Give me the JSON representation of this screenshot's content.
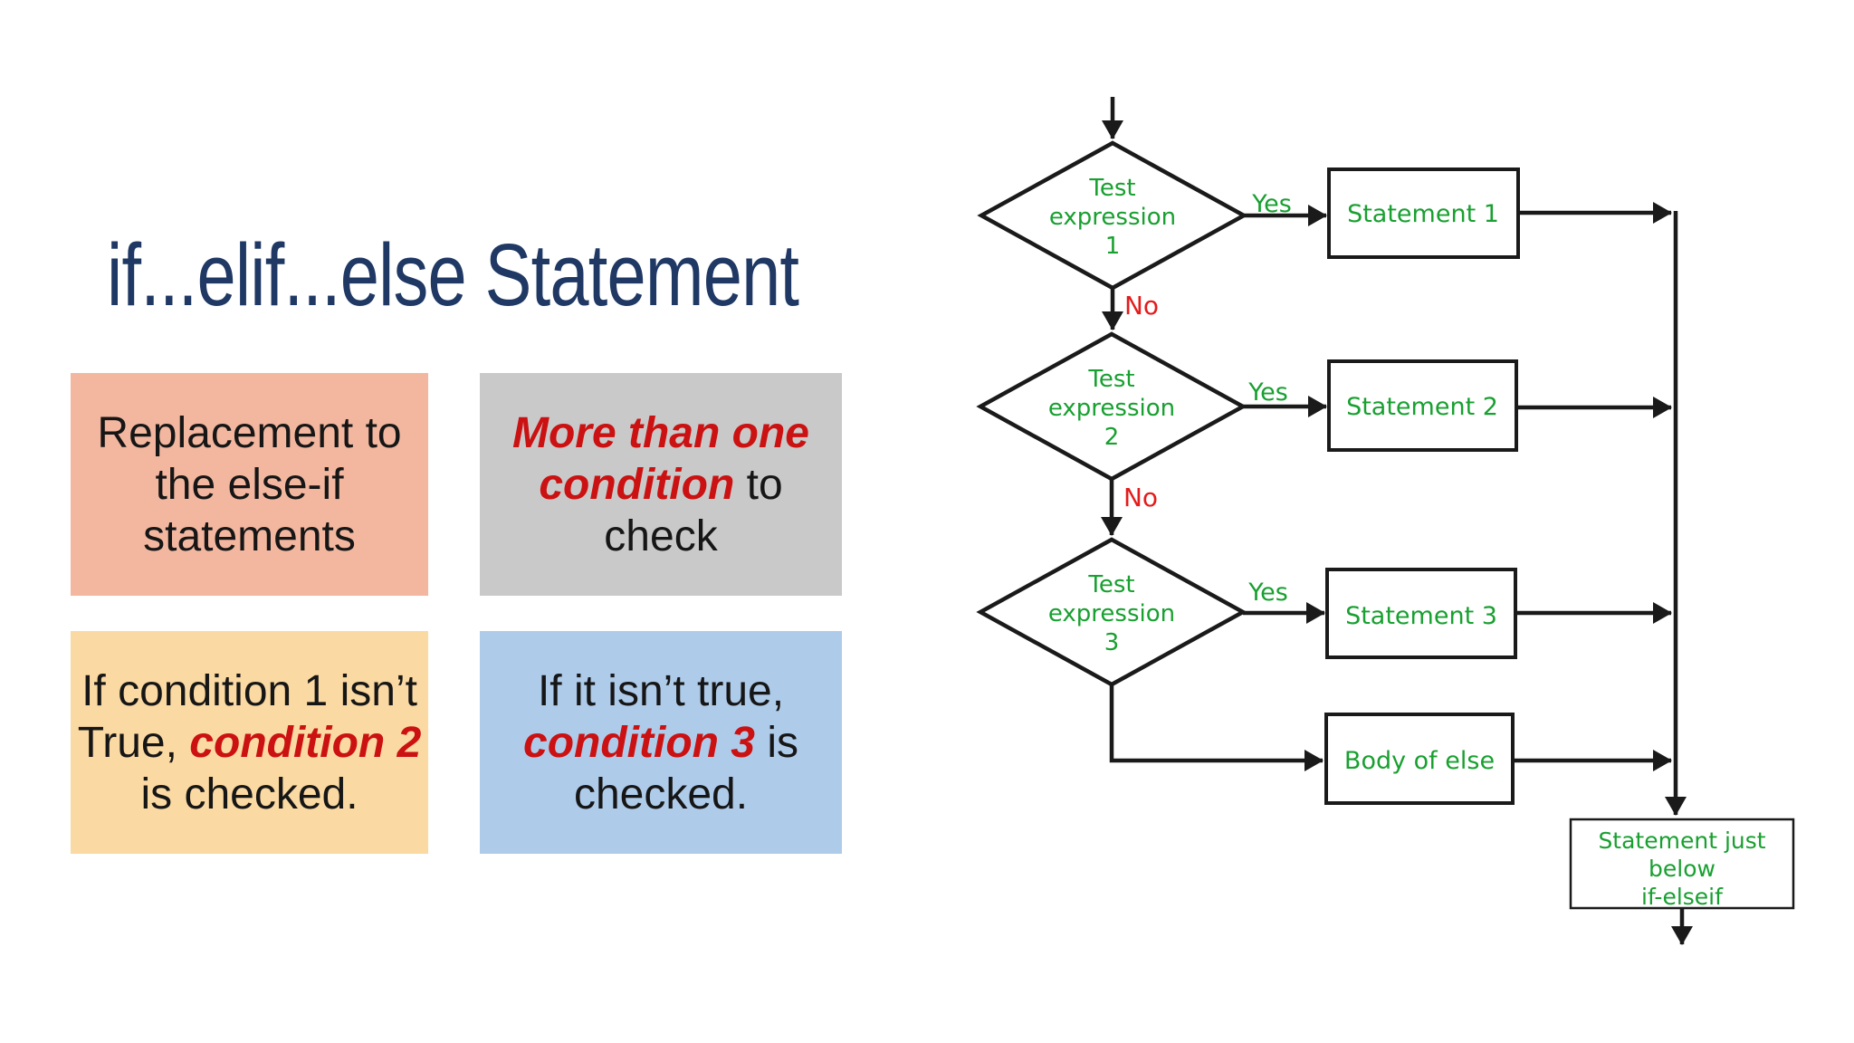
{
  "slide": {
    "title": "if...elif...else Statement",
    "title_color": "#1f3864",
    "background": "#ffffff"
  },
  "colors": {
    "card_text": "#161616",
    "em_red": "#cb1111"
  },
  "cards": [
    {
      "bg": "#f3b7a0",
      "lines": [
        {
          "segs": [
            {
              "t": "Replacement to"
            }
          ]
        },
        {
          "segs": [
            {
              "t": "the else-if"
            }
          ]
        },
        {
          "segs": [
            {
              "t": "statements"
            }
          ]
        }
      ]
    },
    {
      "bg": "#c9c9c9",
      "lines": [
        {
          "segs": [
            {
              "t": "More than one"
            }
          ]
        },
        {
          "segs": [
            {
              "t": "condition"
            },
            {
              "t": " to"
            }
          ]
        },
        {
          "segs": [
            {
              "t": "check"
            }
          ]
        }
      ]
    },
    {
      "bg": "#fbd9a2",
      "lines": [
        {
          "segs": [
            {
              "t": "If condition 1 isn’t"
            }
          ]
        },
        {
          "segs": [
            {
              "t": "True, "
            },
            {
              "t": "condition 2"
            }
          ]
        },
        {
          "segs": [
            {
              "t": "is checked."
            }
          ]
        }
      ]
    },
    {
      "bg": "#afcbea",
      "lines": [
        {
          "segs": [
            {
              "t": "If it isn’t true,"
            }
          ]
        },
        {
          "segs": [
            {
              "t": "condition 3"
            },
            {
              "t": " is"
            }
          ]
        },
        {
          "segs": [
            {
              "t": "checked."
            }
          ]
        }
      ]
    }
  ],
  "flowchart": {
    "colors": {
      "green": "#18a030",
      "red": "#e41b1b",
      "line": "#1a1a1a"
    },
    "diamonds": [
      {
        "lines": [
          "Test",
          "expression",
          "1"
        ]
      },
      {
        "lines": [
          "Test",
          "expression",
          "2"
        ]
      },
      {
        "lines": [
          "Test",
          "expression",
          "3"
        ]
      }
    ],
    "branch_labels": {
      "yes": [
        "Yes",
        "Yes",
        "Yes"
      ],
      "no": [
        "No",
        "No"
      ]
    },
    "process_boxes": [
      "Statement 1",
      "Statement 2",
      "Statement 3",
      "Body of else"
    ],
    "end_box": {
      "lines": [
        "Statement just",
        "below",
        "if-elseif"
      ]
    }
  }
}
